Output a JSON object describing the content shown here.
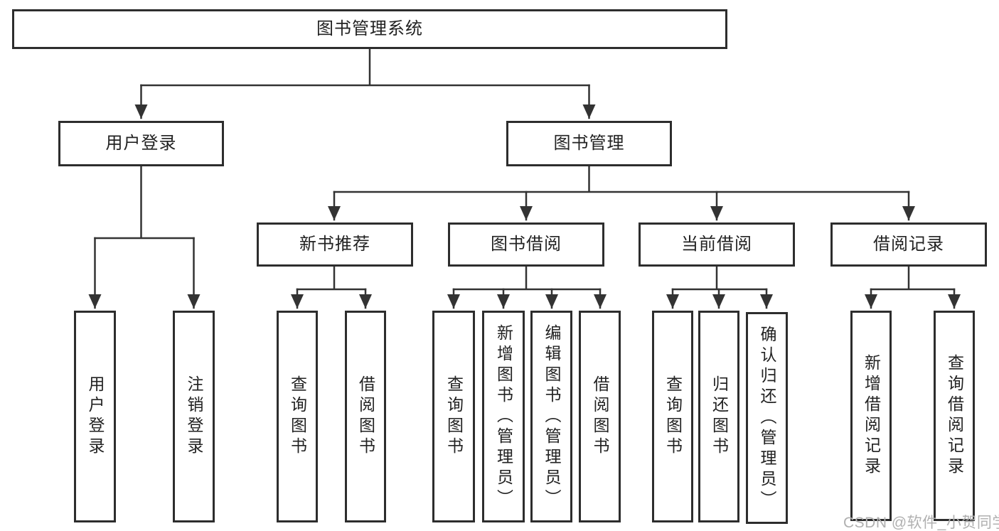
{
  "diagram": {
    "root": {
      "label": "图书管理系统"
    },
    "user_login": {
      "label": "用户登录",
      "children": [
        {
          "label": "用户登录"
        },
        {
          "label": "注销登录"
        }
      ]
    },
    "book_management": {
      "label": "图书管理",
      "children": [
        {
          "label": "新书推荐",
          "children": [
            {
              "label": "查询图书"
            },
            {
              "label": "借阅图书"
            }
          ]
        },
        {
          "label": "图书借阅",
          "children": [
            {
              "label": "查询图书"
            },
            {
              "label": "新增图书（管理员）"
            },
            {
              "label": "编辑图书（管理员）"
            },
            {
              "label": "借阅图书"
            }
          ]
        },
        {
          "label": "当前借阅",
          "children": [
            {
              "label": "查询图书"
            },
            {
              "label": "归还图书"
            },
            {
              "label": "确认归还（管理员）"
            }
          ]
        },
        {
          "label": "借阅记录",
          "children": [
            {
              "label": "新增借阅记录"
            },
            {
              "label": "查询借阅记录"
            }
          ]
        }
      ]
    }
  },
  "watermark": {
    "text": "CSDN @软件_小贺同学"
  },
  "colors": {
    "line": "#333333",
    "box_border": "#2d2d2d",
    "text": "#222222",
    "watermark": "#b0b0b0",
    "background": "#ffffff"
  }
}
